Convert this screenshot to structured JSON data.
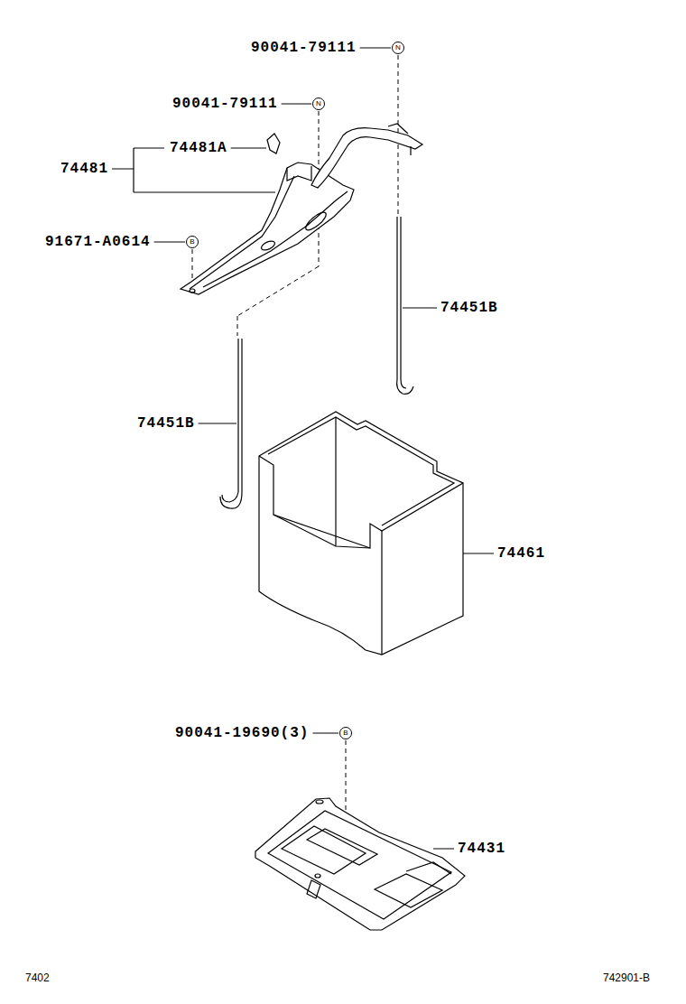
{
  "diagram": {
    "nodes": [
      {
        "text": [
          "N"
        ]
      },
      {
        "text": [
          "N"
        ]
      },
      {
        "text": [
          "B"
        ]
      },
      {
        "text": [
          "B"
        ]
      }
    ],
    "labels": [
      "90041-79111",
      "90041-79111",
      "74481A",
      "74481",
      "91671-A0614",
      "74451B",
      "74451B",
      "74461",
      "90041-19690(3)",
      "74431",
      "7402",
      "742901-B"
    ]
  }
}
